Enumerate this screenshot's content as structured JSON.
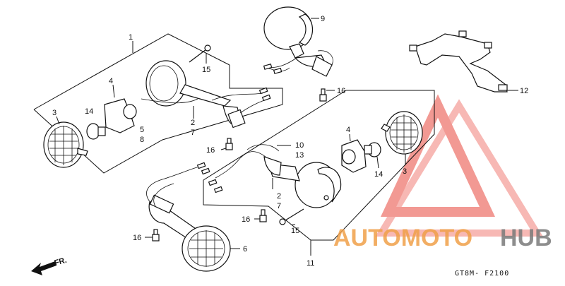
{
  "callouts": {
    "c1": "1",
    "c2a": "2",
    "c7a": "7",
    "c3a": "3",
    "c4a": "4",
    "c5": "5",
    "c8": "8",
    "c9": "9",
    "c10": "10",
    "c13": "13",
    "c11": "11",
    "c12": "12",
    "c14a": "14",
    "c14b": "14",
    "c15a": "15",
    "c15b": "15",
    "c16a": "16",
    "c16b": "16",
    "c16c": "16",
    "c16d": "16",
    "c2b": "2",
    "c7b": "7",
    "c3b": "3",
    "c4b": "4",
    "c6": "6"
  },
  "direction_label": "FR.",
  "diagram_code": "GT8M- F2100",
  "watermark": {
    "part1": "AUTOMOTO",
    "part2": "HUB"
  },
  "colors": {
    "watermark_red": "#e8473c",
    "watermark_orange": "#f0a04a",
    "watermark_gray": "#7a7a7a"
  }
}
